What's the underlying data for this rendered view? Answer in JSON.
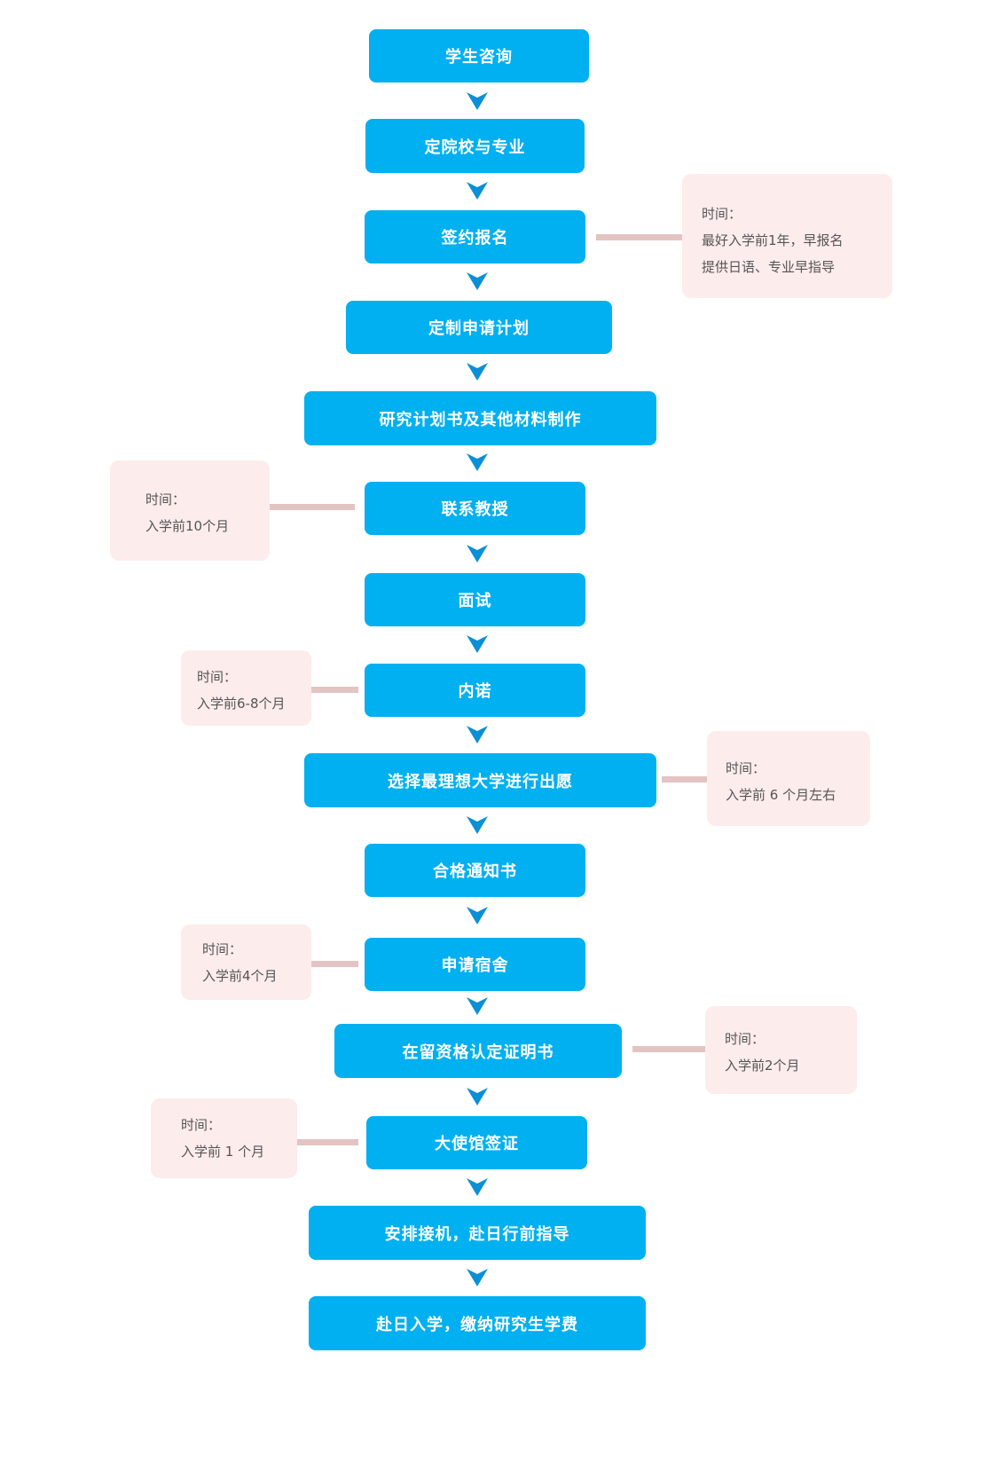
{
  "colors": {
    "step_fill": "#00b0f0",
    "arrow_fill": "#0b8fd6",
    "note_fill": "#fdecec",
    "connector": "#e3c4c2",
    "note_text": "#555555"
  },
  "steps": [
    "学生咨询",
    "定院校与专业",
    "签约报名",
    "定制申请计划",
    "研究计划书及其他材料制作",
    "联系教授",
    "面试",
    "内诺",
    "选择最理想大学进行出愿",
    "合格通知书",
    "申请宿舍",
    "在留资格认定证明书",
    "大使馆签证",
    "安排接机，赴日行前指导",
    "赴日入学，缴纳研究生学费"
  ],
  "notes": [
    {
      "step": 2,
      "side": "right",
      "lines": [
        "时间：",
        "最好入学前1年，早报名",
        "提供日语、专业早指导"
      ]
    },
    {
      "step": 5,
      "side": "left",
      "lines": [
        "时间：",
        "入学前10个月"
      ]
    },
    {
      "step": 7,
      "side": "left",
      "lines": [
        "时间：",
        "入学前6-8个月"
      ]
    },
    {
      "step": 8,
      "side": "right",
      "lines": [
        "时间：",
        "入学前 6 个月左右"
      ]
    },
    {
      "step": 10,
      "side": "left",
      "lines": [
        "时间：",
        "入学前4个月"
      ]
    },
    {
      "step": 11,
      "side": "right",
      "lines": [
        "时间：",
        "入学前2个月"
      ]
    },
    {
      "step": 12,
      "side": "left",
      "lines": [
        "时间：",
        "入学前 1 个月"
      ]
    }
  ]
}
